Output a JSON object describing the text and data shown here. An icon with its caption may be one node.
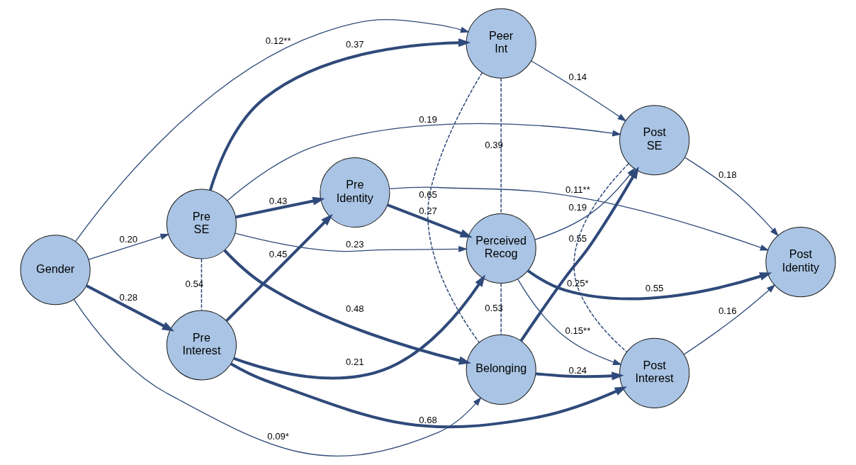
{
  "diagram": {
    "nodes": [
      {
        "text": [
          "Gender"
        ]
      },
      {
        "text": [
          "Pre SE"
        ]
      },
      {
        "text": [
          "Pre Interest"
        ]
      },
      {
        "text": [
          "Pre Identity"
        ]
      },
      {
        "text": [
          "Peer Int"
        ]
      },
      {
        "text": [
          "Perceived Recog"
        ]
      },
      {
        "text": [
          "Belonging"
        ]
      },
      {
        "text": [
          "Post SE"
        ]
      },
      {
        "text": [
          "Post Interest"
        ]
      },
      {
        "text": [
          "Post Identity"
        ]
      }
    ],
    "edges": [
      {
        "from": 0,
        "to": 1,
        "arrow": "to",
        "label": "0.20"
      },
      {
        "from": 0,
        "to": 2,
        "arrow": "to",
        "label": "0.28",
        "style": "thick"
      },
      {
        "from": 0,
        "to": 4,
        "arrow": "to",
        "label": "0.12**"
      },
      {
        "from": 0,
        "to": 6,
        "arrow": "to",
        "label": "0.09*"
      },
      {
        "from": 1,
        "to": 2,
        "arrow": "none",
        "label": "0.54",
        "style": "dashed"
      },
      {
        "from": 1,
        "to": 7,
        "arrow": "to",
        "label": "0.19"
      },
      {
        "from": 1,
        "to": 4,
        "arrow": "to",
        "label": "0.37",
        "style": "thick"
      },
      {
        "from": 1,
        "to": 5,
        "arrow": "to",
        "label": "0.23"
      },
      {
        "from": 1,
        "to": 3,
        "arrow": "to",
        "label": "0.43",
        "style": "thick"
      },
      {
        "from": 1,
        "to": 6,
        "arrow": "to",
        "label": "0.48",
        "style": "thick"
      },
      {
        "from": 2,
        "to": 3,
        "arrow": "to",
        "label": "0.45",
        "style": "thick"
      },
      {
        "from": 2,
        "to": 5,
        "arrow": "to",
        "label": "0.21",
        "style": "thick"
      },
      {
        "from": 2,
        "to": 8,
        "arrow": "to",
        "label": "0.68",
        "style": "thick"
      },
      {
        "from": 3,
        "to": 5,
        "arrow": "to",
        "label": "0.27",
        "style": "thick"
      },
      {
        "from": 3,
        "to": 9,
        "arrow": "to",
        "label": "0.11**"
      },
      {
        "from": 4,
        "to": 7,
        "arrow": "to",
        "label": "0.14"
      },
      {
        "from": 4,
        "to": 5,
        "arrow": "none",
        "label": "0.39",
        "style": "dashed"
      },
      {
        "from": 4,
        "to": 6,
        "arrow": "none",
        "label": "0.65",
        "style": "dashed"
      },
      {
        "from": 5,
        "to": 6,
        "arrow": "none",
        "label": "0.53",
        "style": "dashed"
      },
      {
        "from": 5,
        "to": 7,
        "arrow": "to",
        "label": "0.19"
      },
      {
        "from": 5,
        "to": 9,
        "arrow": "to",
        "label": "0.55",
        "style": "thick"
      },
      {
        "from": 5,
        "to": 8,
        "arrow": "to",
        "label": "0.15**"
      },
      {
        "from": 6,
        "to": 7,
        "arrow": "to",
        "label": "0.55",
        "style": "thick"
      },
      {
        "from": 6,
        "to": 8,
        "arrow": "to",
        "label": "0.24",
        "style": "thick"
      },
      {
        "from": 7,
        "to": 9,
        "arrow": "to",
        "label": "0.18"
      },
      {
        "from": 8,
        "to": 9,
        "arrow": "to",
        "label": "0.16"
      },
      {
        "from": 7,
        "to": 8,
        "arrow": "none",
        "label": "0.25*",
        "style": "dashed"
      }
    ]
  }
}
